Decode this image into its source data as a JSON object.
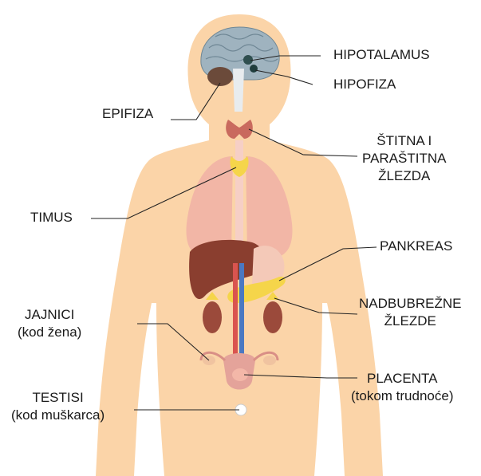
{
  "labels": {
    "hipotalamus": "HIPOTALAMUS",
    "hipofiza": "HIPOFIZA",
    "epifiza": "EPIFIZA",
    "stitna": [
      "ŠTITNA I",
      "PARAŠTITNA",
      "ŽLEZDA"
    ],
    "timus": "TIMUS",
    "pankreas": "PANKREAS",
    "nadbubrezne": [
      "NADBUBREŽNE",
      "ŽLEZDE"
    ],
    "jajnici": [
      "JAJNICI",
      "(kod žena)"
    ],
    "placenta": [
      "PLACENTA",
      "(tokom trudnoće)"
    ],
    "testisi": [
      "TESTISI",
      "(kod muškarca)"
    ]
  },
  "colors": {
    "skin": "#fbd4a8",
    "brain": "#9fb3bf",
    "thyroid": "#c96a5e",
    "gland_yellow": "#f5d54a",
    "lung": "#f2b6a6",
    "liver": "#8a3e2f",
    "line": "#222222"
  }
}
